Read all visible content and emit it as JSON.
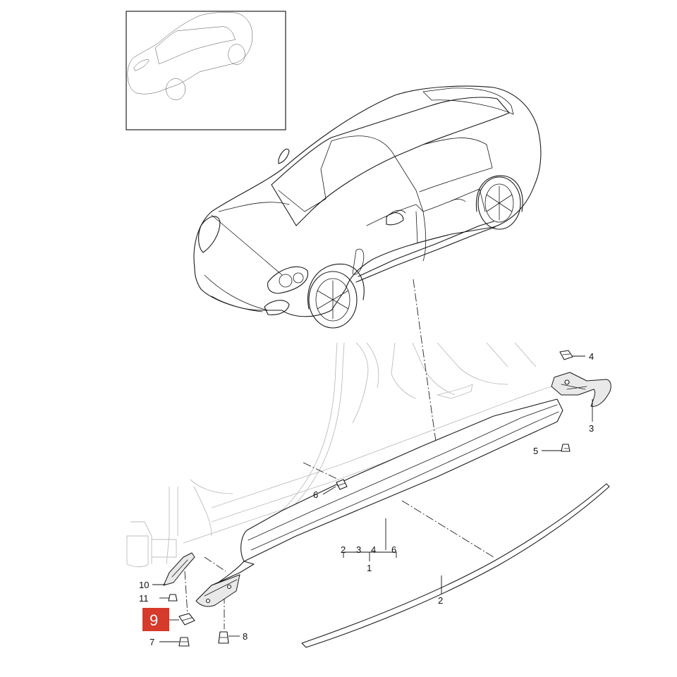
{
  "highlight": {
    "label": "9",
    "color": "#d63a2a"
  },
  "callouts": {
    "p1": "1",
    "p2": "2",
    "p3": "3",
    "p4": "4",
    "p5": "5",
    "p6": "6",
    "p7": "7",
    "p8": "8",
    "p10": "10",
    "p11": "11"
  },
  "group": {
    "items": [
      "2",
      "3",
      "4",
      "6"
    ],
    "total": "1"
  }
}
